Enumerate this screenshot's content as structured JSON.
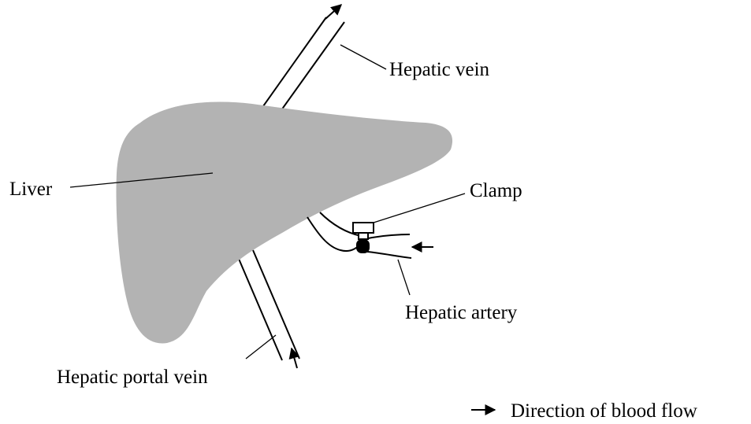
{
  "labels": {
    "hepatic_vein": "Hepatic vein",
    "liver": "Liver",
    "clamp": "Clamp",
    "hepatic_artery": "Hepatic artery",
    "hepatic_portal_vein": "Hepatic portal vein",
    "legend_blood_flow": "Direction of blood flow"
  },
  "colors": {
    "liver_fill": "#b3b3b3",
    "line": "#000000",
    "clamp_jaw": "#000000",
    "clamp_body": "#ffffff"
  }
}
